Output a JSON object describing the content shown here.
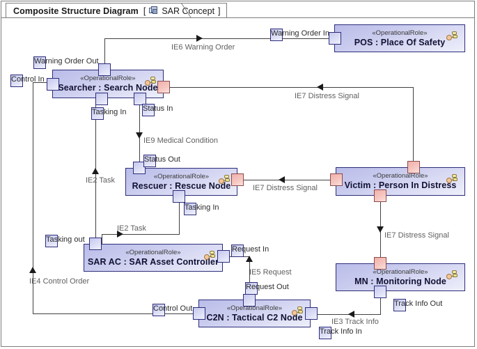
{
  "window": {
    "tab_title": "Composite Structure Diagram",
    "bracket_open": "[",
    "bracket_close": "]",
    "diagram_name": "SAR Concept",
    "tab_icon": "composite-structure-diagram-icon"
  },
  "stereotype": "«OperationalRole»",
  "colors": {
    "node_border": "#2c2c7a",
    "node_fill_start": "#b9bce8",
    "node_fill_end": "#eef0fb",
    "port_fill": "#dcdef6",
    "port_pink_fill": "#f6c6c0",
    "connector": "#404040",
    "flow_label": "#5f5f5f",
    "frame_border": "#7c7c7c"
  },
  "nodes": [
    {
      "id": "searcher",
      "name": "Searcher : Search Node",
      "stereotype": "«OperationalRole»",
      "role_icon": "operational-role-icon"
    },
    {
      "id": "pos",
      "name": "POS : Place Of Safety",
      "stereotype": "«OperationalRole»",
      "role_icon": "operational-role-icon"
    },
    {
      "id": "rescuer",
      "name": "Rescuer : Rescue Node",
      "stereotype": "«OperationalRole»",
      "role_icon": "operational-role-icon"
    },
    {
      "id": "victim",
      "name": "Victim : Person In Distress",
      "stereotype": "«OperationalRole»",
      "role_icon": "operational-role-icon"
    },
    {
      "id": "sarac",
      "name": "SAR AC : SAR Asset Controller",
      "stereotype": "«OperationalRole»",
      "role_icon": "operational-role-icon"
    },
    {
      "id": "mn",
      "name": "MN : Monitoring Node",
      "stereotype": "«OperationalRole»",
      "role_icon": "operational-role-icon"
    },
    {
      "id": "c2n",
      "name": "C2N : Tactical C2 Node",
      "stereotype": "«OperationalRole»",
      "role_icon": "operational-role-icon"
    }
  ],
  "ports": [
    {
      "id": "searcher-warning-order-out",
      "owner": "searcher",
      "label": "Warning Order Out",
      "kind": "blue"
    },
    {
      "id": "searcher-control-in",
      "owner": "searcher",
      "label": "Control In",
      "kind": "blue"
    },
    {
      "id": "searcher-tasking-in",
      "owner": "searcher",
      "label": "Tasking In",
      "kind": "blue"
    },
    {
      "id": "searcher-status-in",
      "owner": "searcher",
      "label": "Status In",
      "kind": "blue"
    },
    {
      "id": "searcher-distress-in",
      "owner": "searcher",
      "label": "",
      "kind": "pink"
    },
    {
      "id": "pos-warning-order-in",
      "owner": "pos",
      "label": "Warning Order In",
      "kind": "blue"
    },
    {
      "id": "rescuer-status-out",
      "owner": "rescuer",
      "label": "Status Out",
      "kind": "blue"
    },
    {
      "id": "rescuer-tasking-in",
      "owner": "rescuer",
      "label": "Tasking In",
      "kind": "blue"
    },
    {
      "id": "rescuer-distress-in",
      "owner": "rescuer",
      "label": "",
      "kind": "pink"
    },
    {
      "id": "victim-distress-top",
      "owner": "victim",
      "label": "",
      "kind": "pink"
    },
    {
      "id": "victim-distress-left",
      "owner": "victim",
      "label": "",
      "kind": "pink"
    },
    {
      "id": "victim-distress-bottom",
      "owner": "victim",
      "label": "",
      "kind": "pink"
    },
    {
      "id": "sarac-tasking-out",
      "owner": "sarac",
      "label": "Tasking out",
      "kind": "blue"
    },
    {
      "id": "sarac-request-in",
      "owner": "sarac",
      "label": "Request In",
      "kind": "blue"
    },
    {
      "id": "mn-distress-in",
      "owner": "mn",
      "label": "",
      "kind": "pink"
    },
    {
      "id": "mn-track-info-out",
      "owner": "mn",
      "label": "Track Info Out",
      "kind": "blue"
    },
    {
      "id": "c2n-request-out",
      "owner": "c2n",
      "label": "Request Out",
      "kind": "blue"
    },
    {
      "id": "c2n-control-out",
      "owner": "c2n",
      "label": "Control Out",
      "kind": "blue"
    },
    {
      "id": "c2n-track-info-in",
      "owner": "c2n",
      "label": "Track Info In",
      "kind": "blue"
    }
  ],
  "connectors": [
    {
      "id": "ie6",
      "label": "IE6 Warning Order",
      "from": "searcher-warning-order-out",
      "to": "pos-warning-order-in"
    },
    {
      "id": "ie7a",
      "label": "IE7 Distress Signal",
      "from": "victim-distress-top",
      "to": "searcher-distress-in"
    },
    {
      "id": "ie9",
      "label": "IE9 Medical Condition",
      "from": "searcher-tasking-in",
      "to": "rescuer-status-out"
    },
    {
      "id": "ie7b",
      "label": "IE7 Distress Signal",
      "from": "victim-distress-left",
      "to": "rescuer-distress-in"
    },
    {
      "id": "ie2a",
      "label": "IE2 Task",
      "from": "sarac-tasking-out",
      "to": "searcher-tasking-in"
    },
    {
      "id": "ie2b",
      "label": "IE2 Task",
      "from": "sarac-tasking-out",
      "to": "rescuer-tasking-in"
    },
    {
      "id": "ie7c",
      "label": "IE7 Distress Signal",
      "from": "victim-distress-bottom",
      "to": "mn-distress-in"
    },
    {
      "id": "ie5",
      "label": "IE5 Request",
      "from": "c2n-request-out",
      "to": "sarac-request-in"
    },
    {
      "id": "ie3",
      "label": "IE3 Track Info",
      "from": "mn-track-info-out",
      "to": "c2n-track-info-in"
    },
    {
      "id": "ie4",
      "label": "IE4 Control Order",
      "from": "c2n-control-out",
      "to": "searcher-control-in"
    }
  ]
}
